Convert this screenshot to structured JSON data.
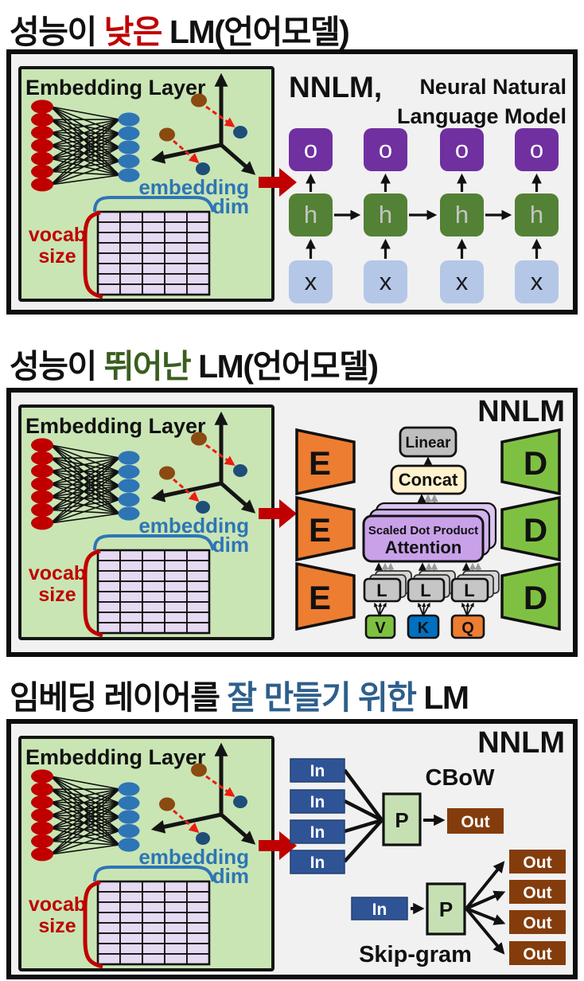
{
  "sections": [
    {
      "title": {
        "part1": "성능이 ",
        "accent": "낮은",
        "part2": " LM(언어모델)",
        "accent_color": "#C00000"
      },
      "panel": {
        "heading_main": "NNLM,",
        "heading_line1": "Neural Natural",
        "heading_line2": "Language Model",
        "rnn": {
          "output": "o",
          "hidden": "h",
          "input": "x"
        }
      }
    },
    {
      "title": {
        "part1": "성능이 ",
        "accent": "뛰어난",
        "part2": " LM(언어모델)",
        "accent_color": "#3A5E20"
      },
      "panel": {
        "heading": "NNLM",
        "encoder": "E",
        "decoder": "D",
        "linear": "Linear",
        "concat": "Concat",
        "attention_line1": "Scaled Dot Product",
        "attention_line2": "Attention",
        "head": "L",
        "value": "V",
        "key": "K",
        "query": "Q"
      }
    },
    {
      "title": {
        "part1": "임베딩 레이어를 ",
        "accent": "잘 만들기 위한",
        "part2": " LM",
        "accent_color": "#2E5F8C"
      },
      "panel": {
        "heading": "NNLM",
        "cbow": "CBoW",
        "skipgram": "Skip-gram",
        "input": "In",
        "output": "Out",
        "projection": "P"
      }
    }
  ],
  "embedding_layer": {
    "title": "Embedding Layer",
    "vocab_line1": "vocab",
    "vocab_line2": "size",
    "dim_line1": "embedding",
    "dim_line2": "dim"
  },
  "colors": {
    "title_accent_red": "#C00000",
    "title_accent_green": "#3A5E20",
    "title_accent_blue": "#2E5F8C",
    "panel_bg": "#F1F1F2",
    "embed_bg": "#C9E5B4",
    "matrix_cell": "#E6D9F2",
    "node_red": "#C00000",
    "node_blue": "#2E75B6",
    "dot_brown": "#8A4A10",
    "dot_navy": "#1F4E79",
    "flow_arrow_red": "#C00000",
    "output_purple": "#7030A0",
    "hidden_green": "#538135",
    "input_lightblue": "#B4C7E7",
    "encoder_orange": "#ED7D31",
    "decoder_green": "#7EC142",
    "linear_gray": "#BFBFBF",
    "concat_cream": "#FFF2CC",
    "attention_purple": "#C9A1E9",
    "value_green": "#7EC142",
    "key_blue": "#0070C0",
    "query_orange": "#ED7D31",
    "in_blue": "#2F5496",
    "out_brown": "#843C0C",
    "projection_green": "#C6E0B4"
  }
}
